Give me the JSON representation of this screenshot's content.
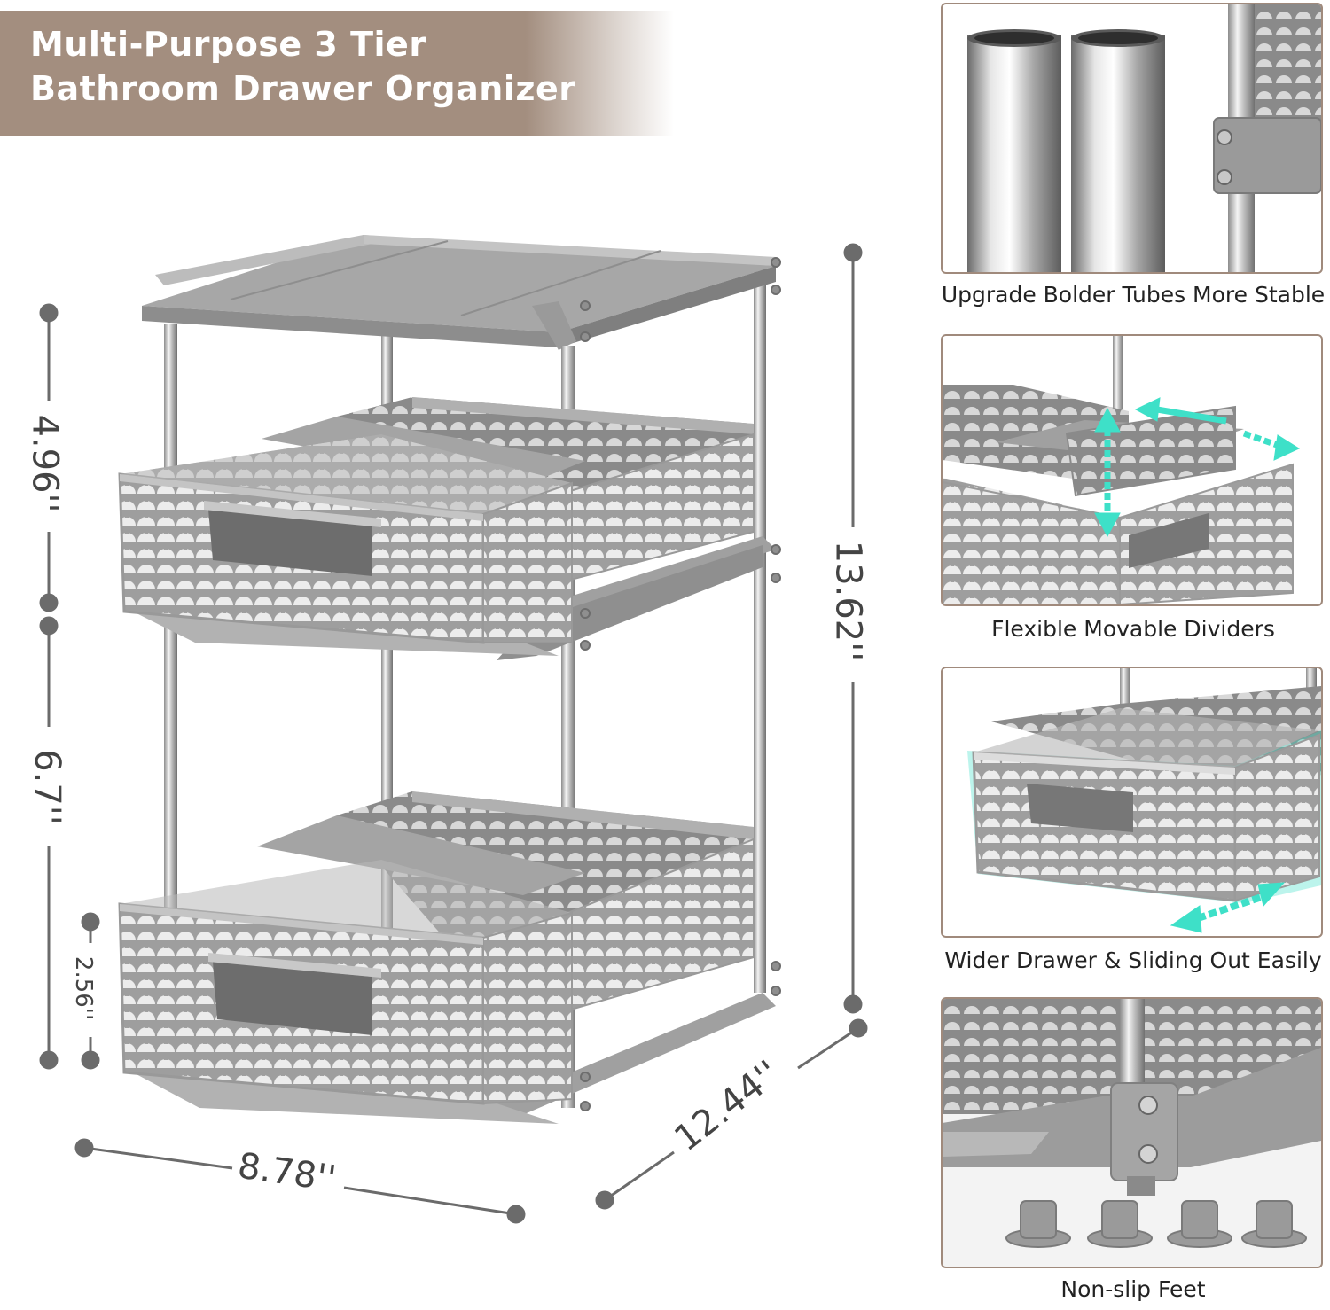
{
  "banner": {
    "line1": "Multi-Purpose 3 Tier",
    "line2": "Bathroom Drawer Organizer",
    "color": "#a38e7f"
  },
  "dimensions": {
    "top_tier": "4.96''",
    "middle_tier": "6.7''",
    "drawer_height": "2.56''",
    "total_height": "13.62''",
    "width": "8.78''",
    "depth": "12.44''"
  },
  "features": [
    {
      "caption": "Upgrade Bolder Tubes More Stable"
    },
    {
      "caption": "Flexible Movable Dividers"
    },
    {
      "caption": "Wider Drawer & Sliding Out Easily"
    },
    {
      "caption": "Non-slip Feet"
    }
  ],
  "colors": {
    "product_gray": "#a9a9a9",
    "accent_teal": "#3ee0c8",
    "frame_border": "#a08a7c"
  }
}
